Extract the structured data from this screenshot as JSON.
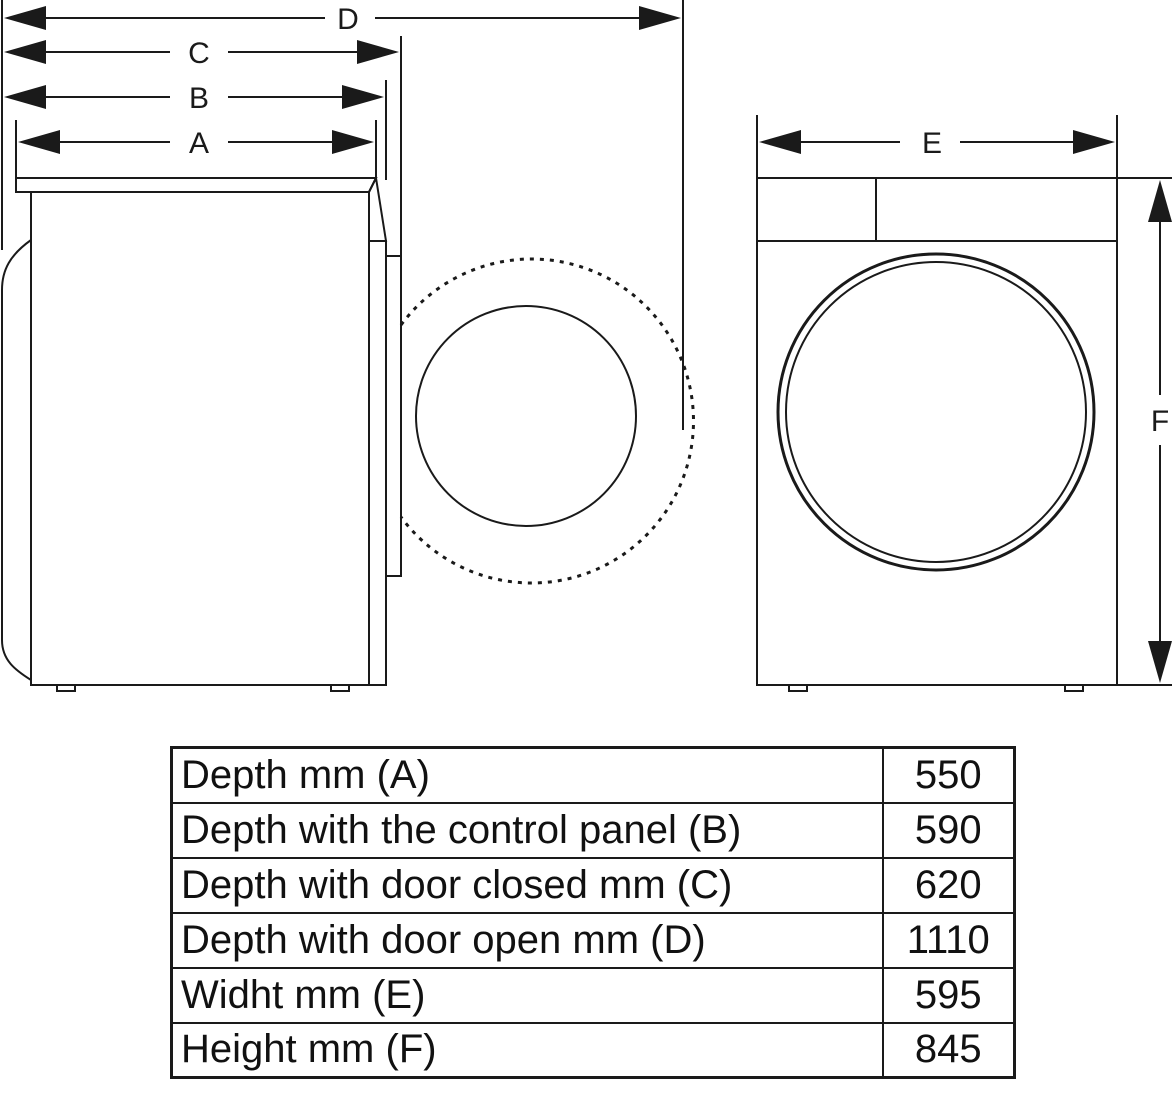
{
  "dimension_letters": {
    "a": "A",
    "b": "B",
    "c": "C",
    "d": "D",
    "e": "E",
    "f": "F"
  },
  "spec_table": {
    "rows": [
      {
        "label": "Depth mm (A)",
        "value": "550"
      },
      {
        "label": "Depth with the control panel (B)",
        "value": "590"
      },
      {
        "label": "Depth with door closed mm (C)",
        "value": "620"
      },
      {
        "label": "Depth with door open mm (D)",
        "value": "1110"
      },
      {
        "label": "Widht mm (E)",
        "value": "595"
      },
      {
        "label": "Height mm (F)",
        "value": "845"
      }
    ]
  }
}
